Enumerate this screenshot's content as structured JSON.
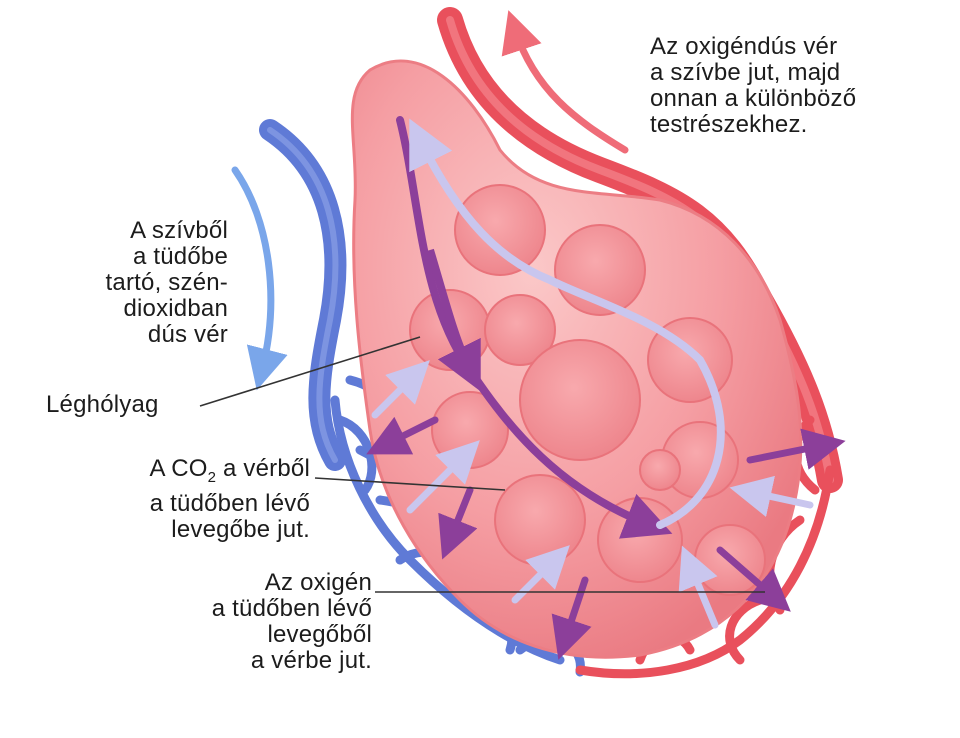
{
  "colors": {
    "oxygenated_vessel": "#e9505c",
    "deoxygenated_vessel": "#5f7ad6",
    "alveolus": "#f6a5a8",
    "alveolus_dark": "#ec7d84",
    "co2_arrow": "#8c3f9a",
    "o2_arrow": "#c9c6ee",
    "inflow_arrow": "#7aa6ea",
    "outflow_arrow": "#ef6c78",
    "text": "#1c1c1c"
  },
  "labels": {
    "oxygen_rich": [
      "Az oxigéndús vér",
      "a szívbe jut, majd",
      "onnan a különböző",
      "testrészekhez."
    ],
    "from_heart": [
      "A szívből",
      "a tüdőbe",
      "tartó, szén-",
      "dioxidban",
      "dús vér"
    ],
    "alveolus": "Léghólyag",
    "co2_line1_pre": "A CO",
    "co2_line1_sub": "2",
    "co2_line1_post": " a vérből",
    "co2_rest": [
      "a tüdőben lévő",
      "levegőbe jut."
    ],
    "oxygen_in": [
      "Az oxigén",
      "a tüdőben lévő",
      "levegőből",
      "a vérbe jut."
    ]
  },
  "icons": {
    "vessel_out": "red-artery",
    "vessel_in": "blue-vein",
    "arrow_co2": "purple-arrow",
    "arrow_o2": "lavender-arrow"
  }
}
